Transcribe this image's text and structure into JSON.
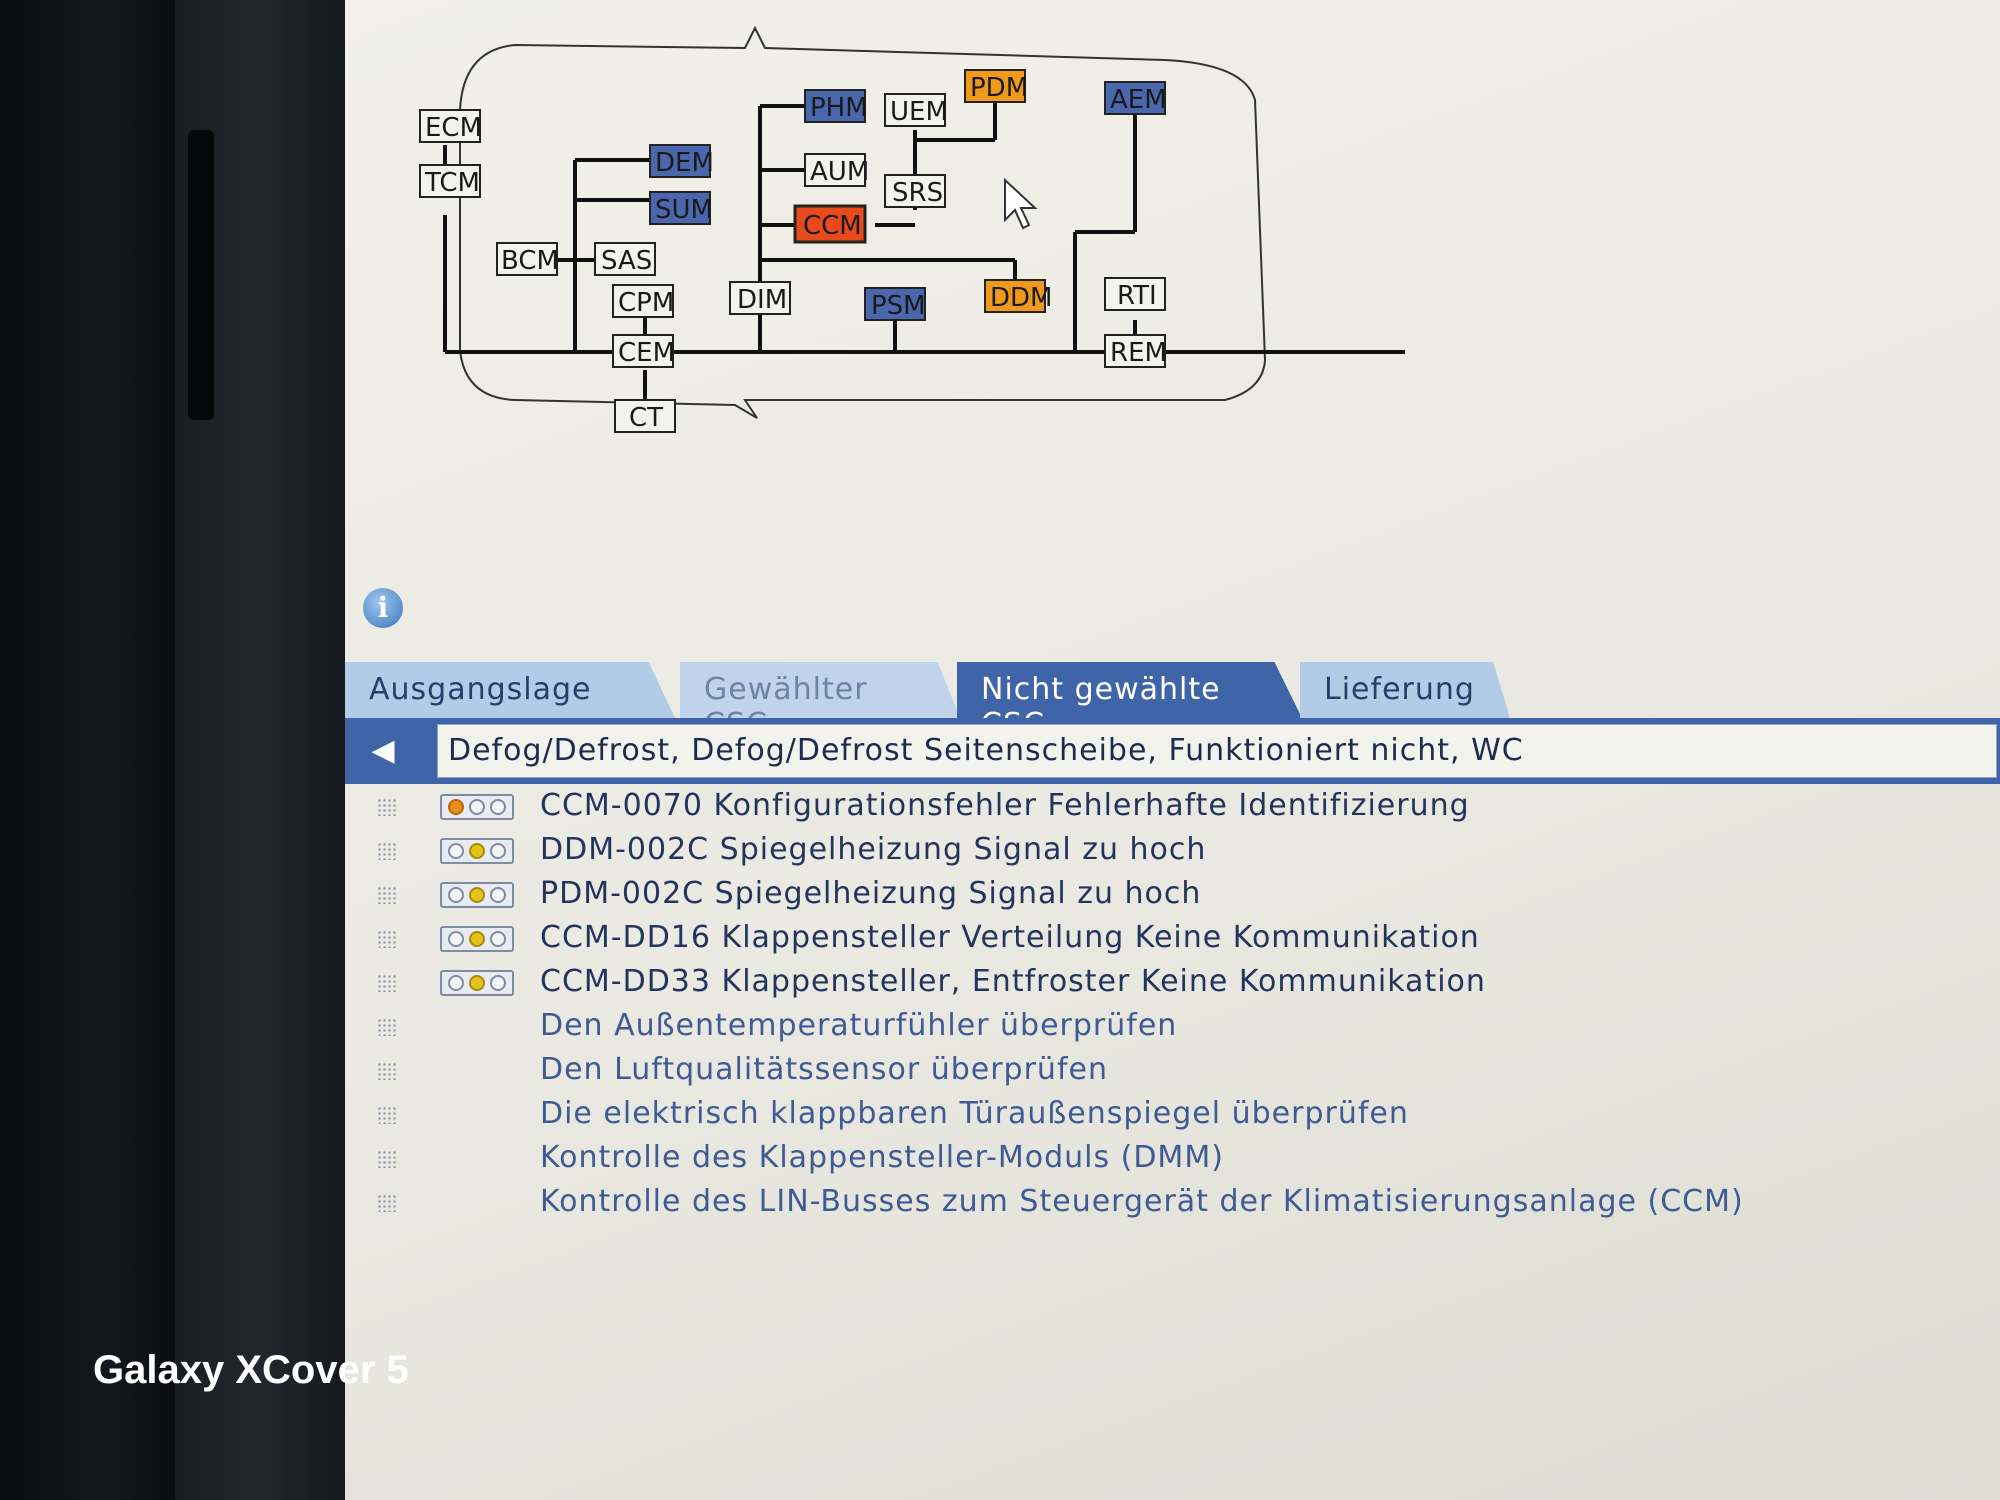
{
  "diagram": {
    "nodes": {
      "ecm": "ECM",
      "tcm": "TCM",
      "bcm": "BCM",
      "sas": "SAS",
      "dem": "DEM",
      "sum": "SUM",
      "cpm": "CPM",
      "cem": "CEM",
      "ct": "CT",
      "phm": "PHM",
      "aum": "AUM",
      "ccm": "CCM",
      "dim": "DIM",
      "uem": "UEM",
      "srs": "SRS",
      "pdm": "PDM",
      "psm": "PSM",
      "ddm": "DDM",
      "aem": "AEM",
      "rti": "RTI",
      "rem": "REM"
    },
    "colors": {
      "blue": "#4a66ad",
      "orange": "#f09a1c",
      "red": "#e84a1c",
      "plain": "#f3f3ee"
    }
  },
  "tabs": {
    "t1": "Ausgangslage",
    "t2": "Gewählter CSC",
    "t3": "Nicht gewählte CSC",
    "t4": "Lieferung"
  },
  "header": {
    "title": "Defog/Defrost, Defog/Defrost Seitenscheibe, Funktioniert nicht, WC"
  },
  "list": {
    "r0": "CCM-0070 Konfigurationsfehler Fehlerhafte Identifizierung",
    "r1": "DDM-002C Spiegelheizung Signal zu hoch",
    "r2": "PDM-002C Spiegelheizung Signal zu hoch",
    "r3": "CCM-DD16 Klappensteller Verteilung Keine Kommunikation",
    "r4": "CCM-DD33 Klappensteller, Entfroster Keine Kommunikation",
    "r5": "Den Außentemperaturfühler überprüfen",
    "r6": "Den Luftqualitätssensor überprüfen",
    "r7": "Die elektrisch klappbaren Türaußenspiegel überprüfen",
    "r8": "Kontrolle des Klappensteller-Moduls (DMM)",
    "r9": "Kontrolle des LIN-Busses zum Steuergerät der Klimatisierungsanlage (CCM)"
  },
  "camera": {
    "label": "Galaxy XCover 5"
  }
}
